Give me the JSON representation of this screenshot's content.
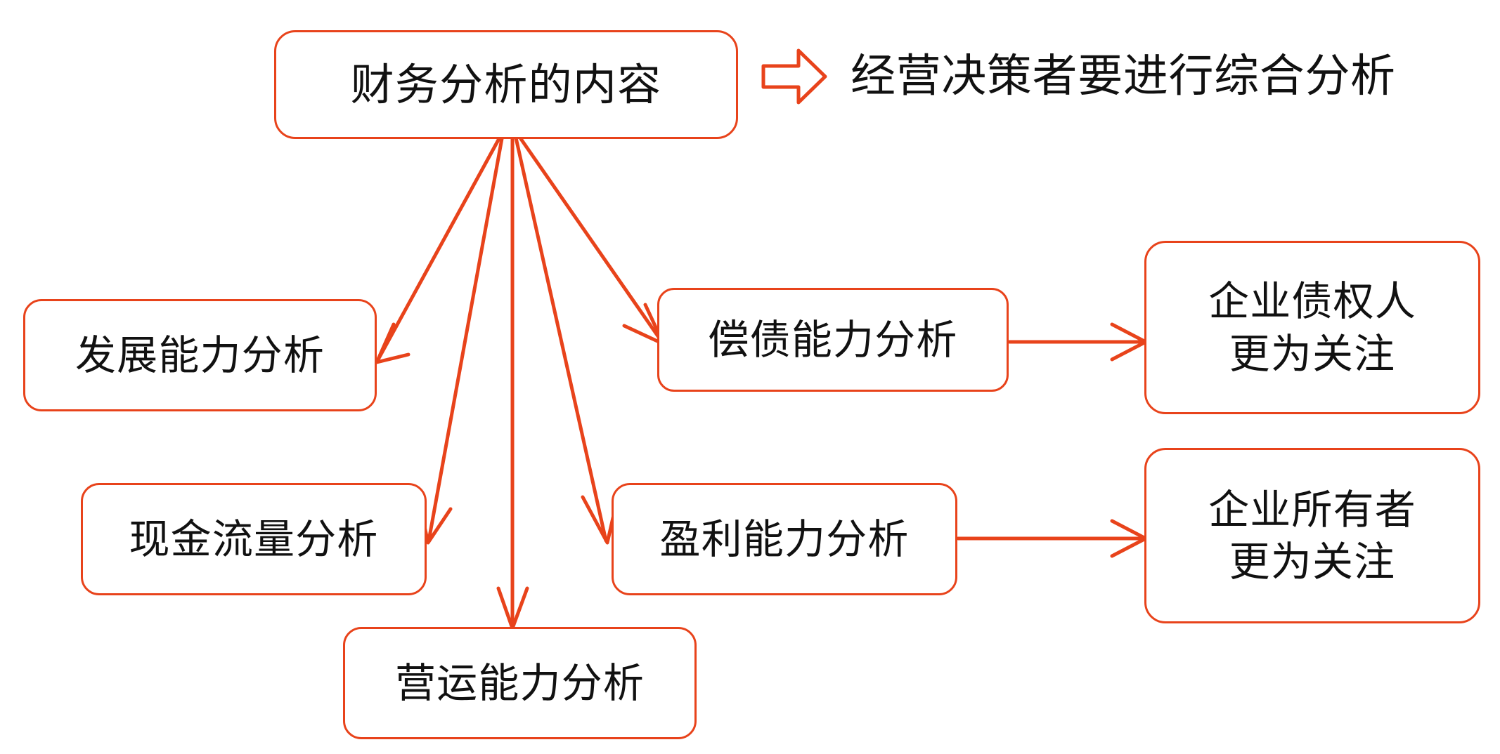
{
  "diagram": {
    "title_node": "财务分析的内容",
    "accent_color": "#E8431B",
    "text_color": "#111111",
    "background_color": "#FFFFFF",
    "callout": {
      "icon": "block-arrow-right-icon",
      "text": "经营决策者要进行综合分析"
    },
    "nodes": [
      {
        "id": "root",
        "label": "财务分析的内容"
      },
      {
        "id": "dev",
        "label": "发展能力分析"
      },
      {
        "id": "cash",
        "label": "现金流量分析"
      },
      {
        "id": "oper",
        "label": "营运能力分析"
      },
      {
        "id": "debt",
        "label": "偿债能力分析"
      },
      {
        "id": "profit",
        "label": "盈利能力分析"
      },
      {
        "id": "creditor",
        "label_line1": "企业债权人",
        "label_line2": "更为关注"
      },
      {
        "id": "owner",
        "label_line1": "企业所有者",
        "label_line2": "更为关注"
      }
    ],
    "edges": [
      {
        "from": "root",
        "to": "dev",
        "style": "open-arrow"
      },
      {
        "from": "root",
        "to": "cash",
        "style": "open-arrow"
      },
      {
        "from": "root",
        "to": "oper",
        "style": "open-arrow"
      },
      {
        "from": "root",
        "to": "profit",
        "style": "open-arrow"
      },
      {
        "from": "root",
        "to": "debt",
        "style": "open-arrow"
      },
      {
        "from": "debt",
        "to": "creditor",
        "style": "open-arrow"
      },
      {
        "from": "profit",
        "to": "owner",
        "style": "open-arrow"
      }
    ]
  }
}
